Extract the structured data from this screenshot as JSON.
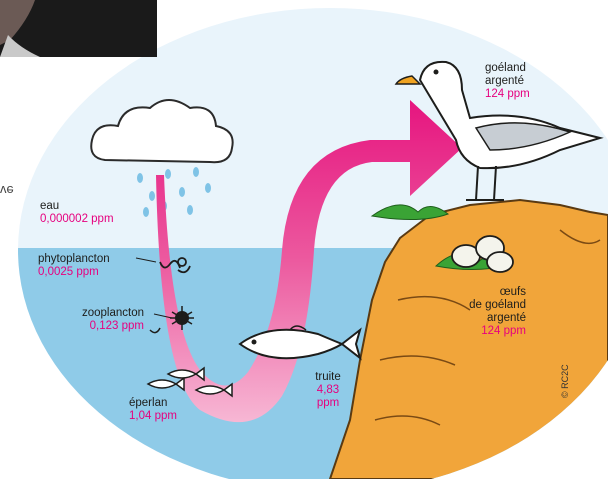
{
  "colors": {
    "water": "#8fcbe8",
    "sky": "#e9f4fb",
    "land": "#f1a53a",
    "arrow": "#e6157f",
    "value_text": "#e6007e",
    "label_text": "#1d1d1b"
  },
  "nodes": {
    "eau": {
      "name": "eau",
      "value": "0,000002 ppm"
    },
    "phytoplancton": {
      "name": "phytoplancton",
      "value": "0,0025 ppm"
    },
    "zooplancton": {
      "name": "zooplancton",
      "value": "0,123 ppm"
    },
    "eperlan": {
      "name": "éperlan",
      "value": "1,04 ppm"
    },
    "truite": {
      "name": "truite",
      "value1": "4,83",
      "value2": "ppm"
    },
    "oeufs": {
      "line1": "œufs",
      "line2": "de goéland",
      "line3": "argenté",
      "value": "124 ppm"
    },
    "goeland": {
      "line1": "goéland",
      "line2": "argenté",
      "value": "124 ppm"
    }
  },
  "credit": "© RC2C",
  "stray_text": "ve"
}
